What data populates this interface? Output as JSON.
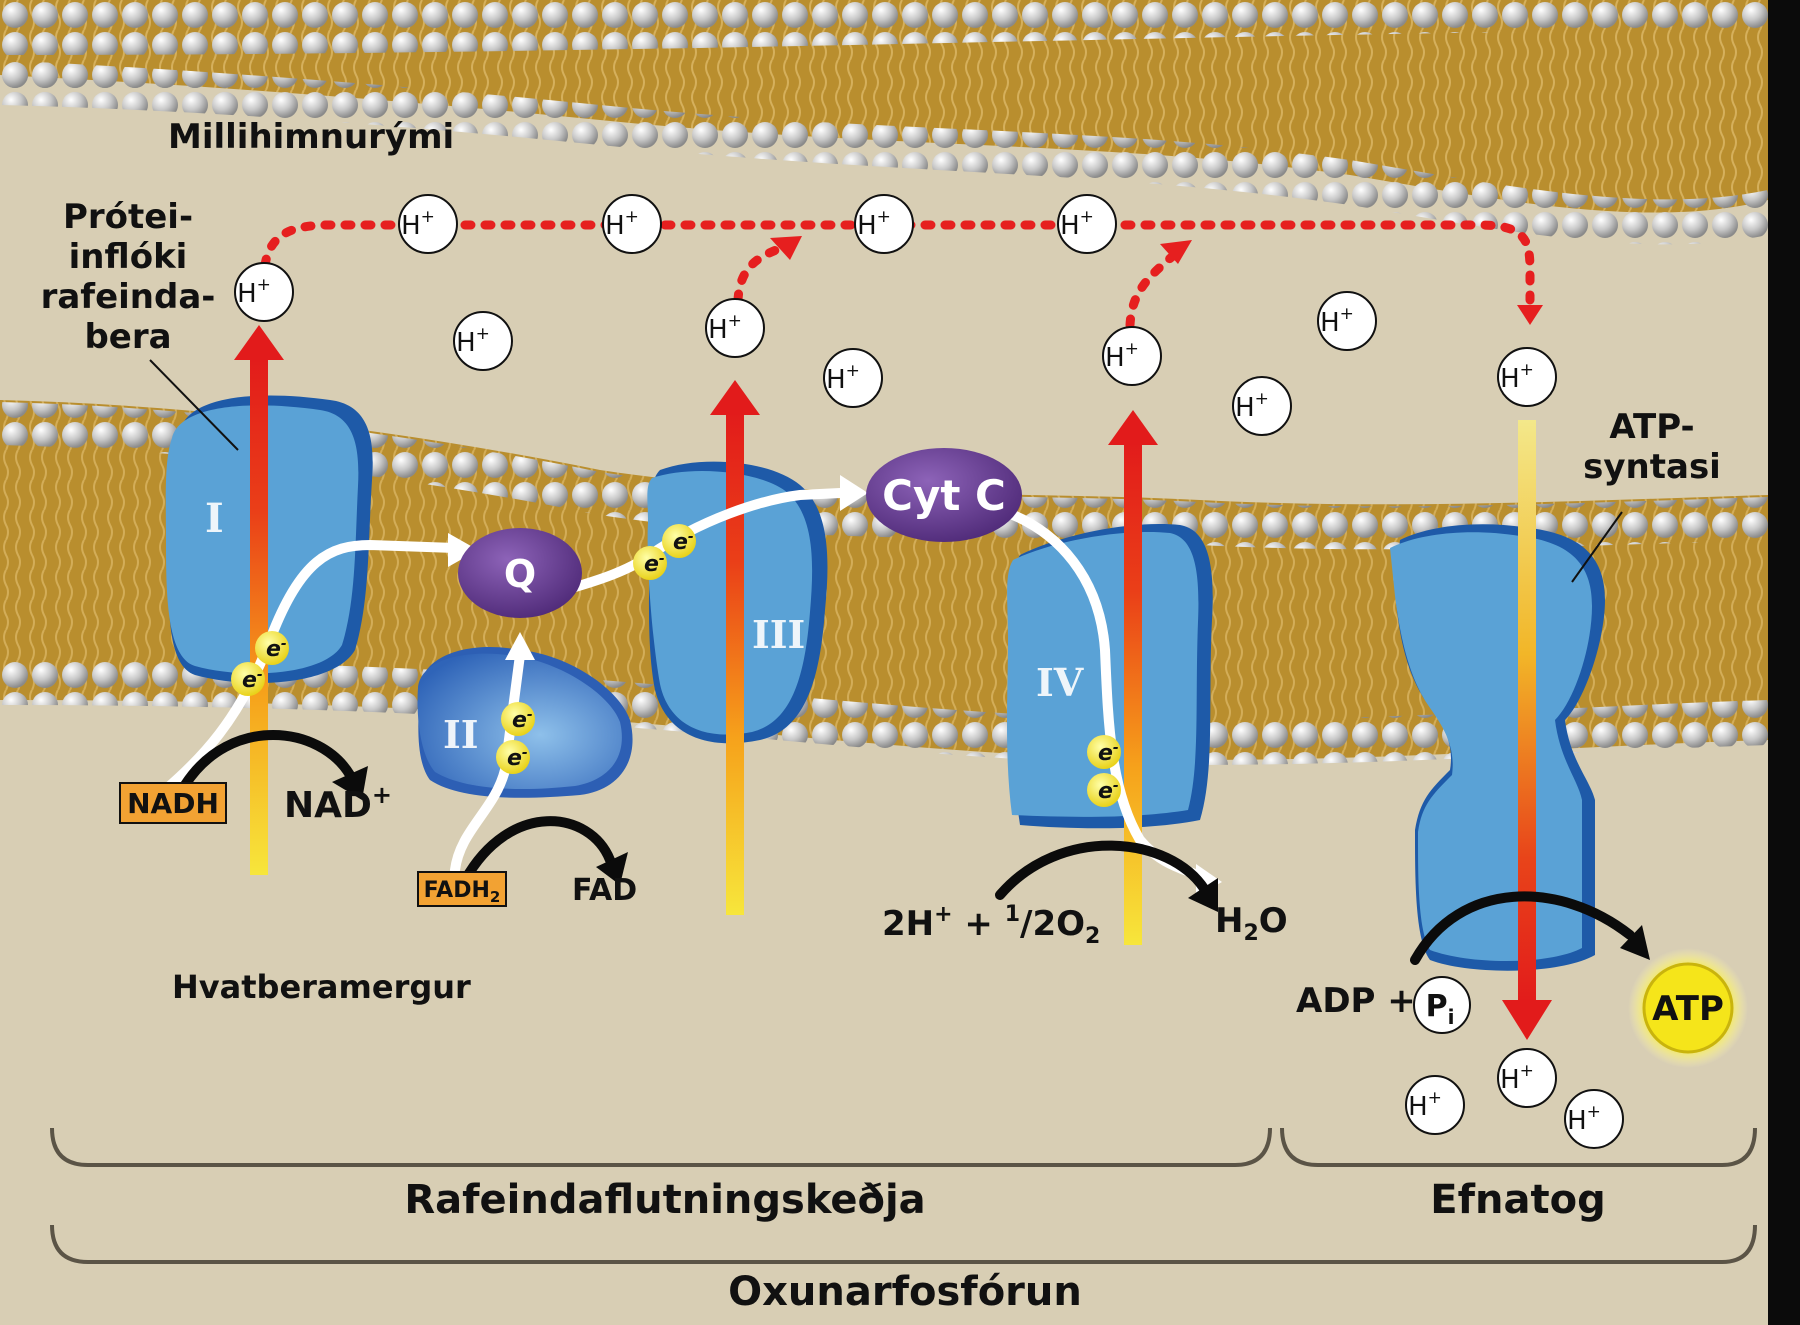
{
  "labels": {
    "intermembrane_space": "Millihimnurými",
    "complex_label_line1": "Prótei-",
    "complex_label_line2": "inflóki",
    "complex_label_line3": "rafeinda-",
    "complex_label_line4": "bera",
    "atp_synthase_line1": "ATP-",
    "atp_synthase_line2": "syntasi",
    "matrix": "Hvatberamergur",
    "etc_bracket": "Rafeindaflutningskeðja",
    "chemiosmosis_bracket": "Efnatog",
    "oxphos_bracket": "Oxunarfosfórun"
  },
  "complexes": {
    "c1": "I",
    "c2": "II",
    "c3": "III",
    "c4": "IV"
  },
  "carriers": {
    "q": "Q",
    "cytc": "Cyt C"
  },
  "proton": {
    "base": "H",
    "charge": "+"
  },
  "electron": {
    "base": "e",
    "charge": "-"
  },
  "reactions": {
    "nadh": "NADH",
    "nad_base": "NAD",
    "nad_charge": "+",
    "fadh2_base": "FADH",
    "fadh2_sub": "2",
    "fad": "FAD",
    "o2_part1": "2H",
    "o2_part1_sup": "+",
    "o2_part2": " + ",
    "o2_frac_num": "1",
    "o2_frac_den": "/2",
    "o2_part3": "O",
    "o2_sub": "2",
    "h2o_a": "H",
    "h2o_sub": "2",
    "h2o_b": "O",
    "adp": "ADP +",
    "pi_base": "P",
    "pi_sub": "i",
    "atp": "ATP"
  },
  "colors": {
    "background": "#ddd4bc",
    "membrane_core": "#b98e2e",
    "protein": "#5aa2d6",
    "protein_edge": "#1e5aa8",
    "carrier": "#6a3f96",
    "proton_arrow": "#e8201a",
    "proton_path": "#e61f1f",
    "electron": "#f6ea3a",
    "cofactor_box": "#f2a233",
    "atp": "#f5e51a"
  }
}
